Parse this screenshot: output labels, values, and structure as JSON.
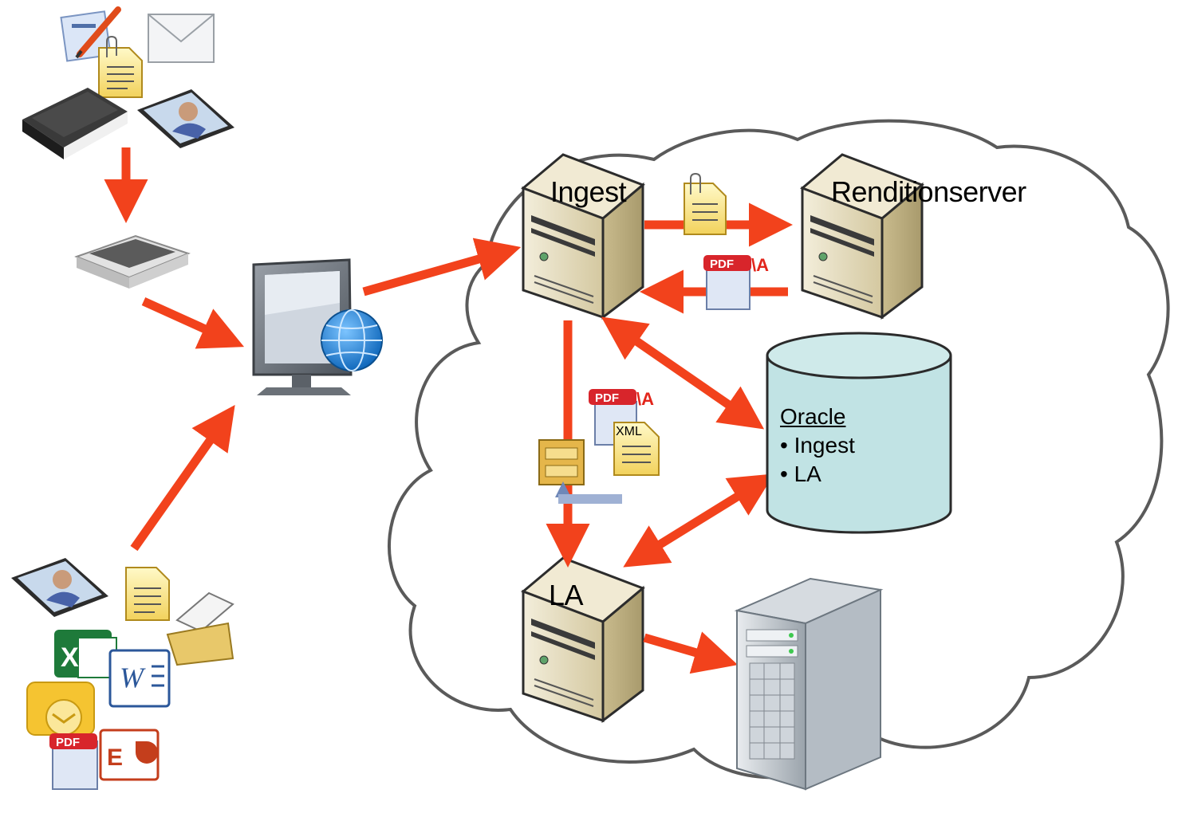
{
  "servers": {
    "ingest": {
      "label": "Ingest"
    },
    "rendition": {
      "label": "Renditionserver"
    },
    "la": {
      "label": "LA"
    }
  },
  "database": {
    "title": "Oracle",
    "items": [
      "• Ingest",
      "• LA"
    ]
  },
  "badges": {
    "pdf_label": "PDF",
    "pdfa_suffix": "\\A",
    "xml_label": "XML"
  },
  "colors": {
    "arrow": "#f2421c",
    "database_fill": "#c1e3e4",
    "server_body": "#e4dcc0"
  },
  "icons": [
    "document-icon",
    "envelope-icon",
    "binder-icon",
    "photo-icon",
    "scanner-icon",
    "computer-globe-icon",
    "excel-icon",
    "word-icon",
    "outlook-icon",
    "powerpoint-icon",
    "folder-icon",
    "archive-icon",
    "rack-server-icon"
  ]
}
